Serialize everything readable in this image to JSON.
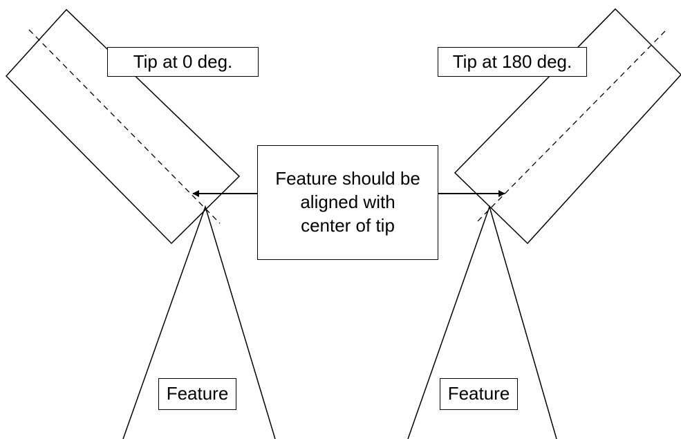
{
  "labels": {
    "tip_left": "Tip at 0 deg.",
    "tip_right": "Tip at 180 deg.",
    "center_lines": [
      "Feature should be",
      "aligned with",
      "center of tip"
    ],
    "feature_left": "Feature",
    "feature_right": "Feature"
  },
  "colors": {
    "stroke": "#000000",
    "background": "#ffffff"
  }
}
